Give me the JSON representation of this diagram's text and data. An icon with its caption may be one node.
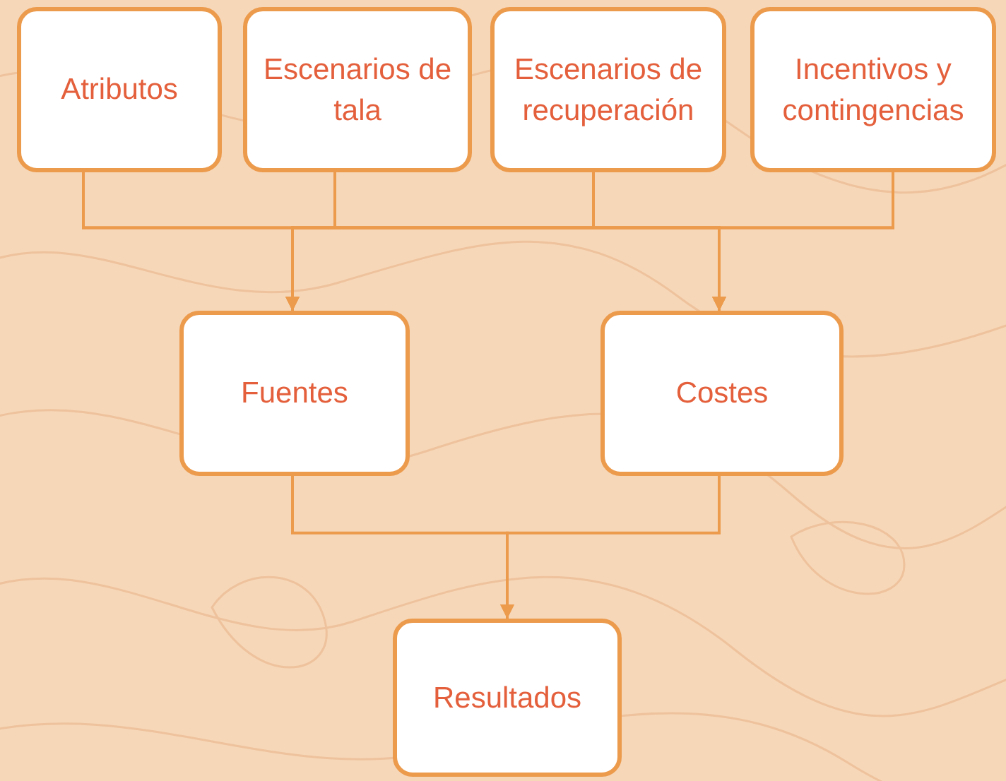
{
  "diagram": {
    "nodes": [
      {
        "text": [
          "Atributos"
        ]
      },
      {
        "text": [
          "Escenarios de tala"
        ]
      },
      {
        "text": [
          "Escenarios de recuperación"
        ]
      },
      {
        "text": [
          "Incentivos y contingencias"
        ]
      },
      {
        "text": [
          "Fuentes"
        ]
      },
      {
        "text": [
          "Costes"
        ]
      },
      {
        "text": [
          "Resultados"
        ]
      }
    ],
    "edges": [
      {
        "from": 0,
        "to": 4,
        "arrow": "to"
      },
      {
        "from": 1,
        "to": 4,
        "arrow": "to"
      },
      {
        "from": 2,
        "to": 4,
        "arrow": "to"
      },
      {
        "from": 3,
        "to": 4,
        "arrow": "to"
      },
      {
        "from": 0,
        "to": 5,
        "arrow": "to"
      },
      {
        "from": 1,
        "to": 5,
        "arrow": "to"
      },
      {
        "from": 2,
        "to": 5,
        "arrow": "to"
      },
      {
        "from": 3,
        "to": 5,
        "arrow": "to"
      },
      {
        "from": 4,
        "to": 6,
        "arrow": "to"
      },
      {
        "from": 5,
        "to": 6,
        "arrow": "to"
      }
    ]
  }
}
